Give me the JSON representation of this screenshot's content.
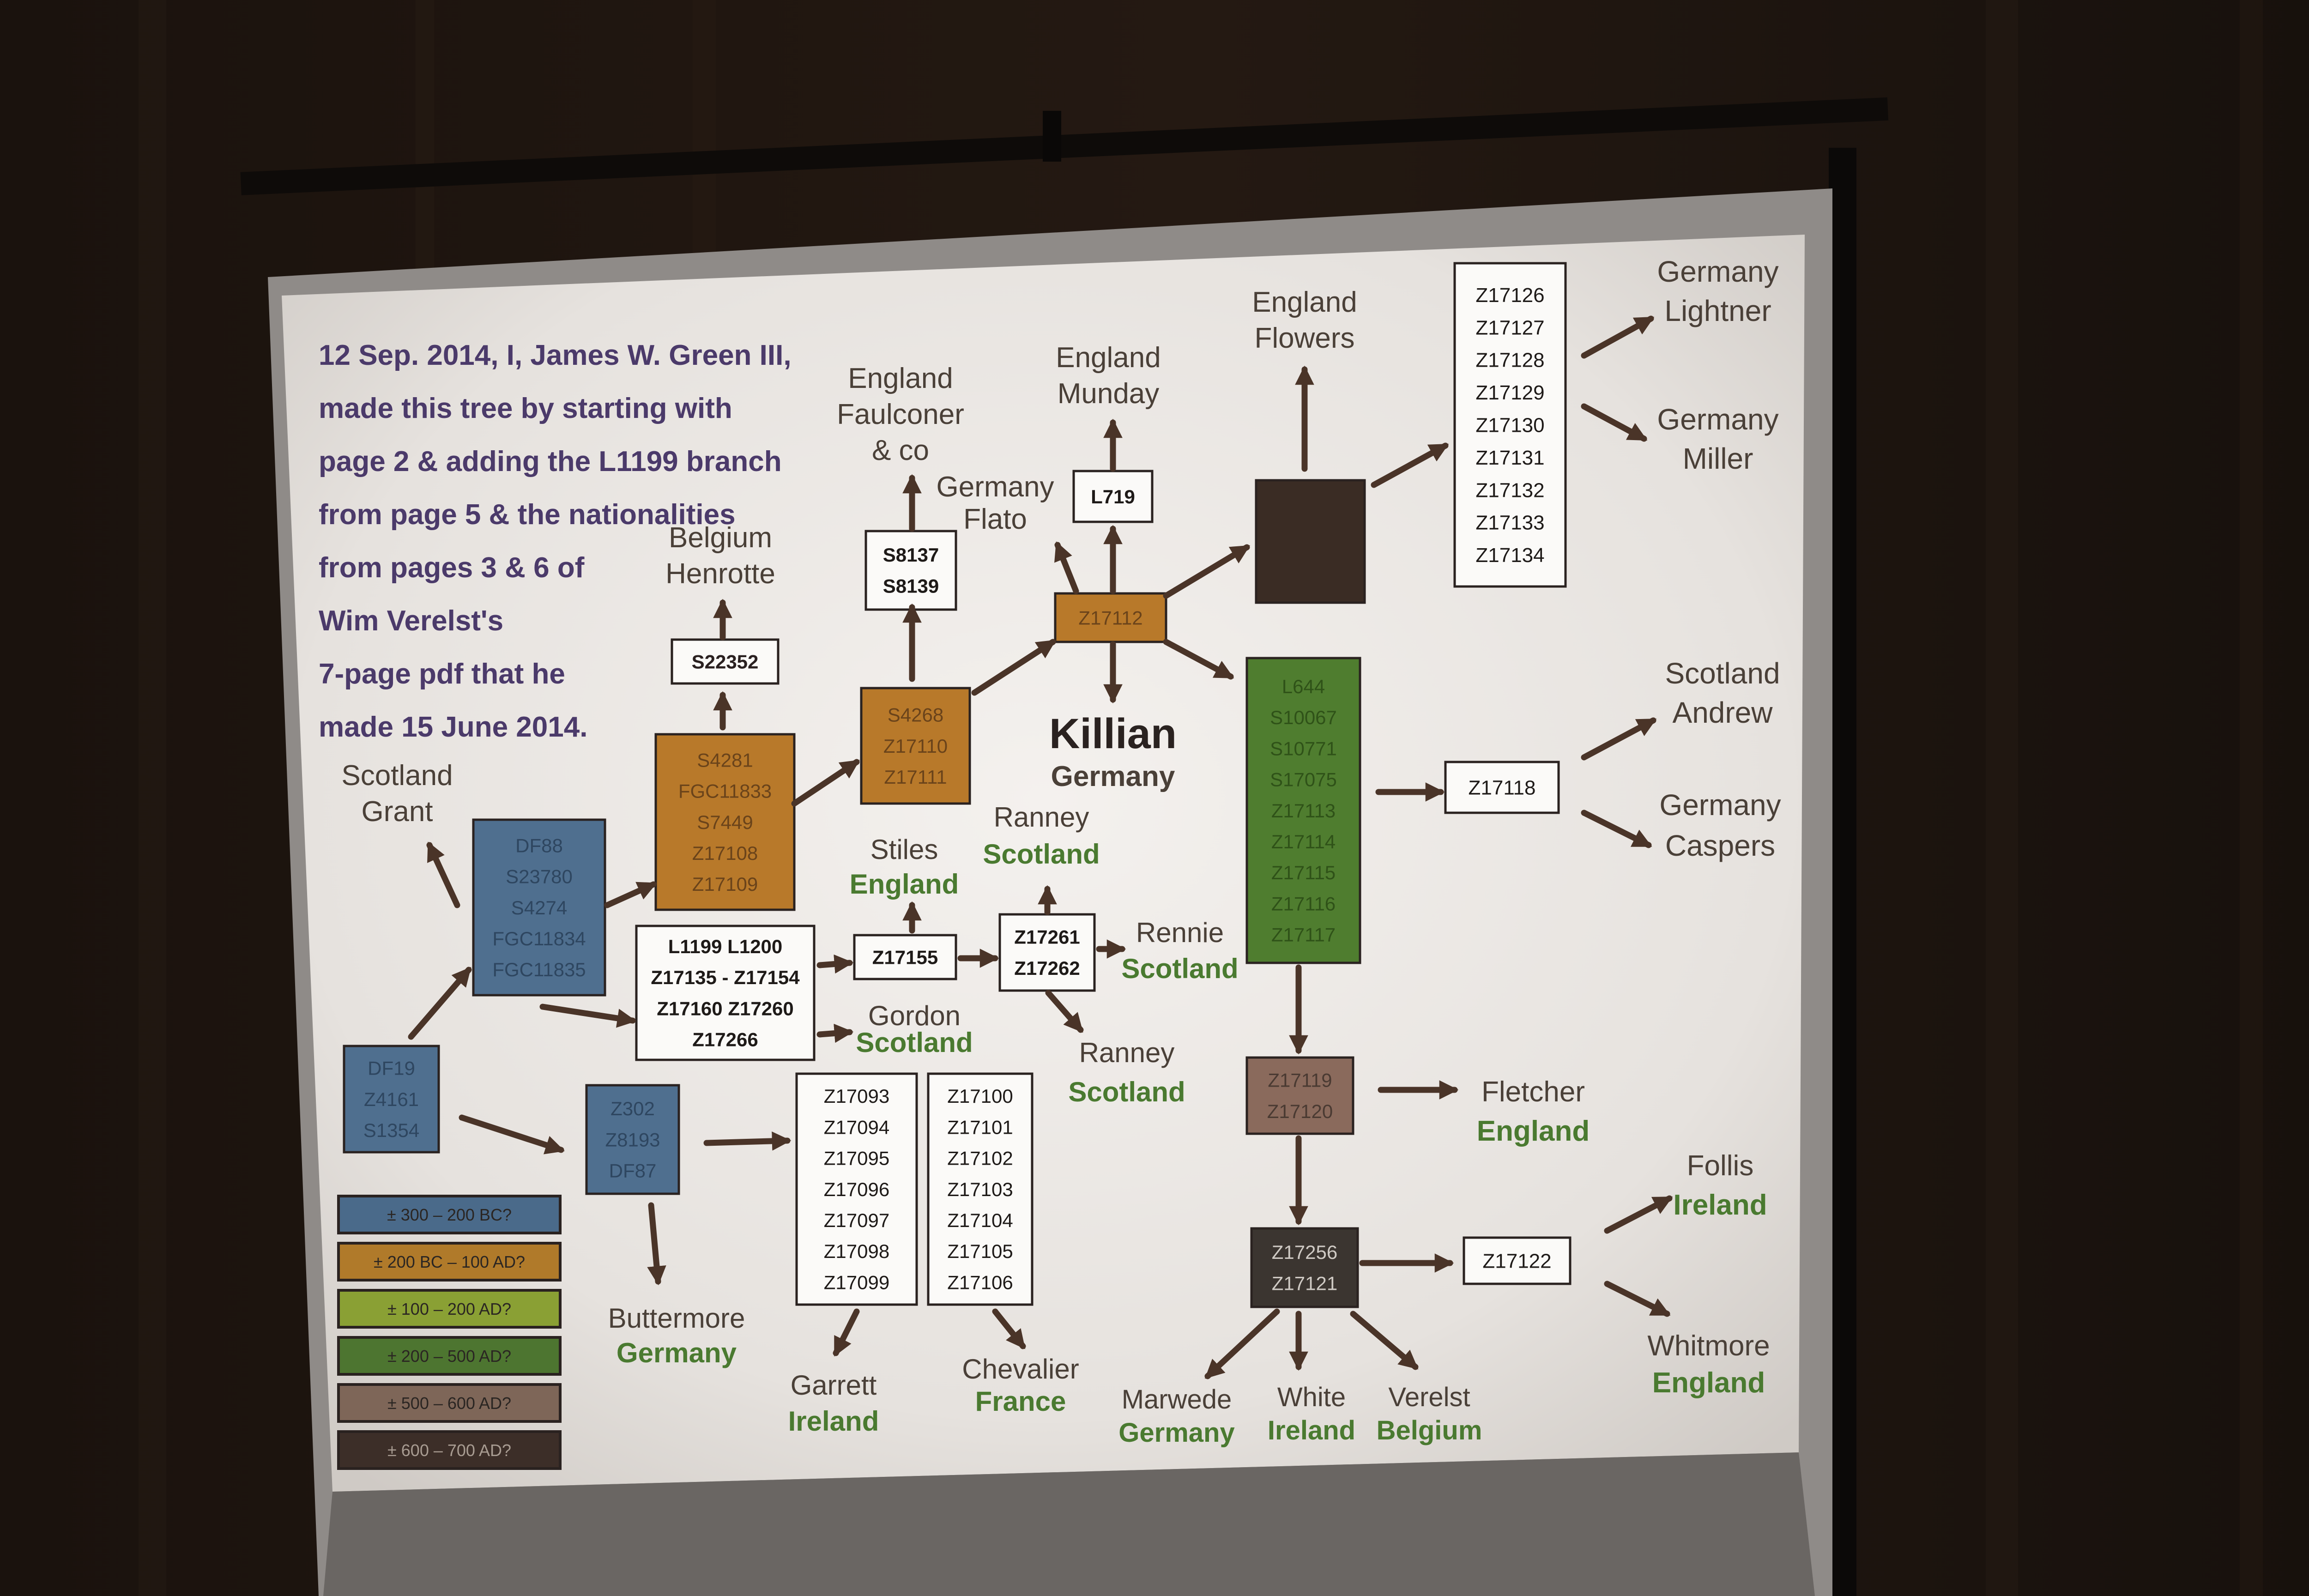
{
  "intro": {
    "lines": [
      "12 Sep. 2014, I, James W. Green III,",
      "made this tree by starting with",
      "page 2 & adding the L1199 branch",
      "from page 5 & the nationalities",
      "from pages 3 & 6 of",
      "Wim Verelst's",
      "7-page pdf that he",
      "made 15 June 2014."
    ]
  },
  "boxes": {
    "df19": [
      "DF19",
      "Z4161",
      "S1354"
    ],
    "df88": [
      "DF88",
      "S23780",
      "S4274",
      "FGC11834",
      "FGC11835"
    ],
    "z302": [
      "Z302",
      "Z8193",
      "DF87"
    ],
    "s4281": [
      "S4281",
      "FGC11833",
      "S7449",
      "Z17108",
      "Z17109"
    ],
    "s22352": [
      "S22352"
    ],
    "l1199": [
      "L1199  L1200",
      "Z17135 - Z17154",
      "Z17160  Z17260",
      "Z17266"
    ],
    "s4268": [
      "S4268",
      "Z17110",
      "Z17111"
    ],
    "s8137": [
      "S8137",
      "S8139"
    ],
    "z17112": [
      "Z17112"
    ],
    "l719": [
      "L719"
    ],
    "z17155": [
      "Z17155"
    ],
    "z17261": [
      "Z17261",
      "Z17262"
    ],
    "dark": [],
    "l644": [
      "L644",
      "S10067",
      "S10771",
      "S17075",
      "Z17113",
      "Z17114",
      "Z17115",
      "Z17116",
      "Z17117"
    ],
    "z17126": [
      "Z17126",
      "Z17127",
      "Z17128",
      "Z17129",
      "Z17130",
      "Z17131",
      "Z17132",
      "Z17133",
      "Z17134"
    ],
    "z17118": [
      "Z17118"
    ],
    "z17119": [
      "Z17119",
      "Z17120"
    ],
    "z17256": [
      "Z17256",
      "Z17121"
    ],
    "z17122": [
      "Z17122"
    ],
    "z17093": [
      "Z17093",
      "Z17094",
      "Z17095",
      "Z17096",
      "Z17097",
      "Z17098",
      "Z17099"
    ],
    "z17100": [
      "Z17100",
      "Z17101",
      "Z17102",
      "Z17103",
      "Z17104",
      "Z17105",
      "Z17106"
    ]
  },
  "places": {
    "scotland_grant": [
      "Scotland",
      "Grant"
    ],
    "belgium_henrotte": [
      "Belgium",
      "Henrotte"
    ],
    "england_faulconer": [
      "England",
      "Faulconer",
      "& co"
    ],
    "germany_flato": [
      "Germany",
      "Flato"
    ],
    "england_munday": [
      "England",
      "Munday"
    ],
    "england_flowers": [
      "England",
      "Flowers"
    ],
    "killian": [
      "Killian",
      "Germany"
    ],
    "stiles": [
      "Stiles",
      "England"
    ],
    "ranney_top": [
      "Ranney",
      "Scotland"
    ],
    "rennie": [
      "Rennie",
      "Scotland"
    ],
    "gordon": [
      "Gordon",
      "Scotland"
    ],
    "ranney_bottom": [
      "Ranney",
      "Scotland"
    ],
    "germany_lightner": [
      "Germany",
      "Lightner"
    ],
    "germany_miller": [
      "Germany",
      "Miller"
    ],
    "scotland_andrew": [
      "Scotland",
      "Andrew"
    ],
    "germany_caspers": [
      "Germany",
      "Caspers"
    ],
    "fletcher": [
      "Fletcher",
      "England"
    ],
    "follis": [
      "Follis",
      "Ireland"
    ],
    "whitmore": [
      "Whitmore",
      "England"
    ],
    "buttermore": [
      "Buttermore",
      "Germany"
    ],
    "garrett": [
      "Garrett",
      "Ireland"
    ],
    "chevalier": [
      "Chevalier",
      "France"
    ],
    "marwede": [
      "Marwede",
      "Germany"
    ],
    "white": [
      "White",
      "Ireland"
    ],
    "verelst": [
      "Verelst",
      "Belgium"
    ]
  },
  "legend": [
    {
      "label": "± 300 – 200 BC?",
      "color": "#4a6a8a"
    },
    {
      "label": "± 200 BC – 100 AD?",
      "color": "#b07a2a"
    },
    {
      "label": "± 100 – 200 AD?",
      "color": "#8aa034"
    },
    {
      "label": "± 200 – 500 AD?",
      "color": "#4d7530"
    },
    {
      "label": "± 500 – 600 AD?",
      "color": "#7e6658"
    },
    {
      "label": "± 600 – 700 AD?",
      "color": "#3c2e28"
    }
  ],
  "colors": {
    "blue": "#4f6f8f",
    "orange": "#b8792a",
    "green": "#4f7d2f",
    "mauve": "#8a6a5c",
    "dark": "#3a2c24",
    "darkbox": "#3b3530",
    "ink": "#5a3e2c",
    "purple": "#4b3a6a",
    "place": "#4a4038",
    "nation_green": "#4a7a30"
  }
}
